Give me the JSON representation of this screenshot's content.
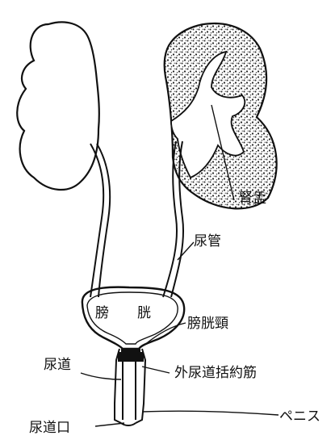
{
  "diagram": {
    "labels": {
      "renal_pelvis": "腎盂",
      "ureter": "尿管",
      "bladder_left": "膀",
      "bladder_right": "胱",
      "bladder_neck": "膀胱頸",
      "urethra": "尿道",
      "external_sphincter": "外尿道括約筋",
      "penis": "ペニス",
      "urethral_opening": "尿道口"
    },
    "colors": {
      "line": "#111111",
      "stipple": "#222222",
      "background": "#ffffff"
    }
  }
}
